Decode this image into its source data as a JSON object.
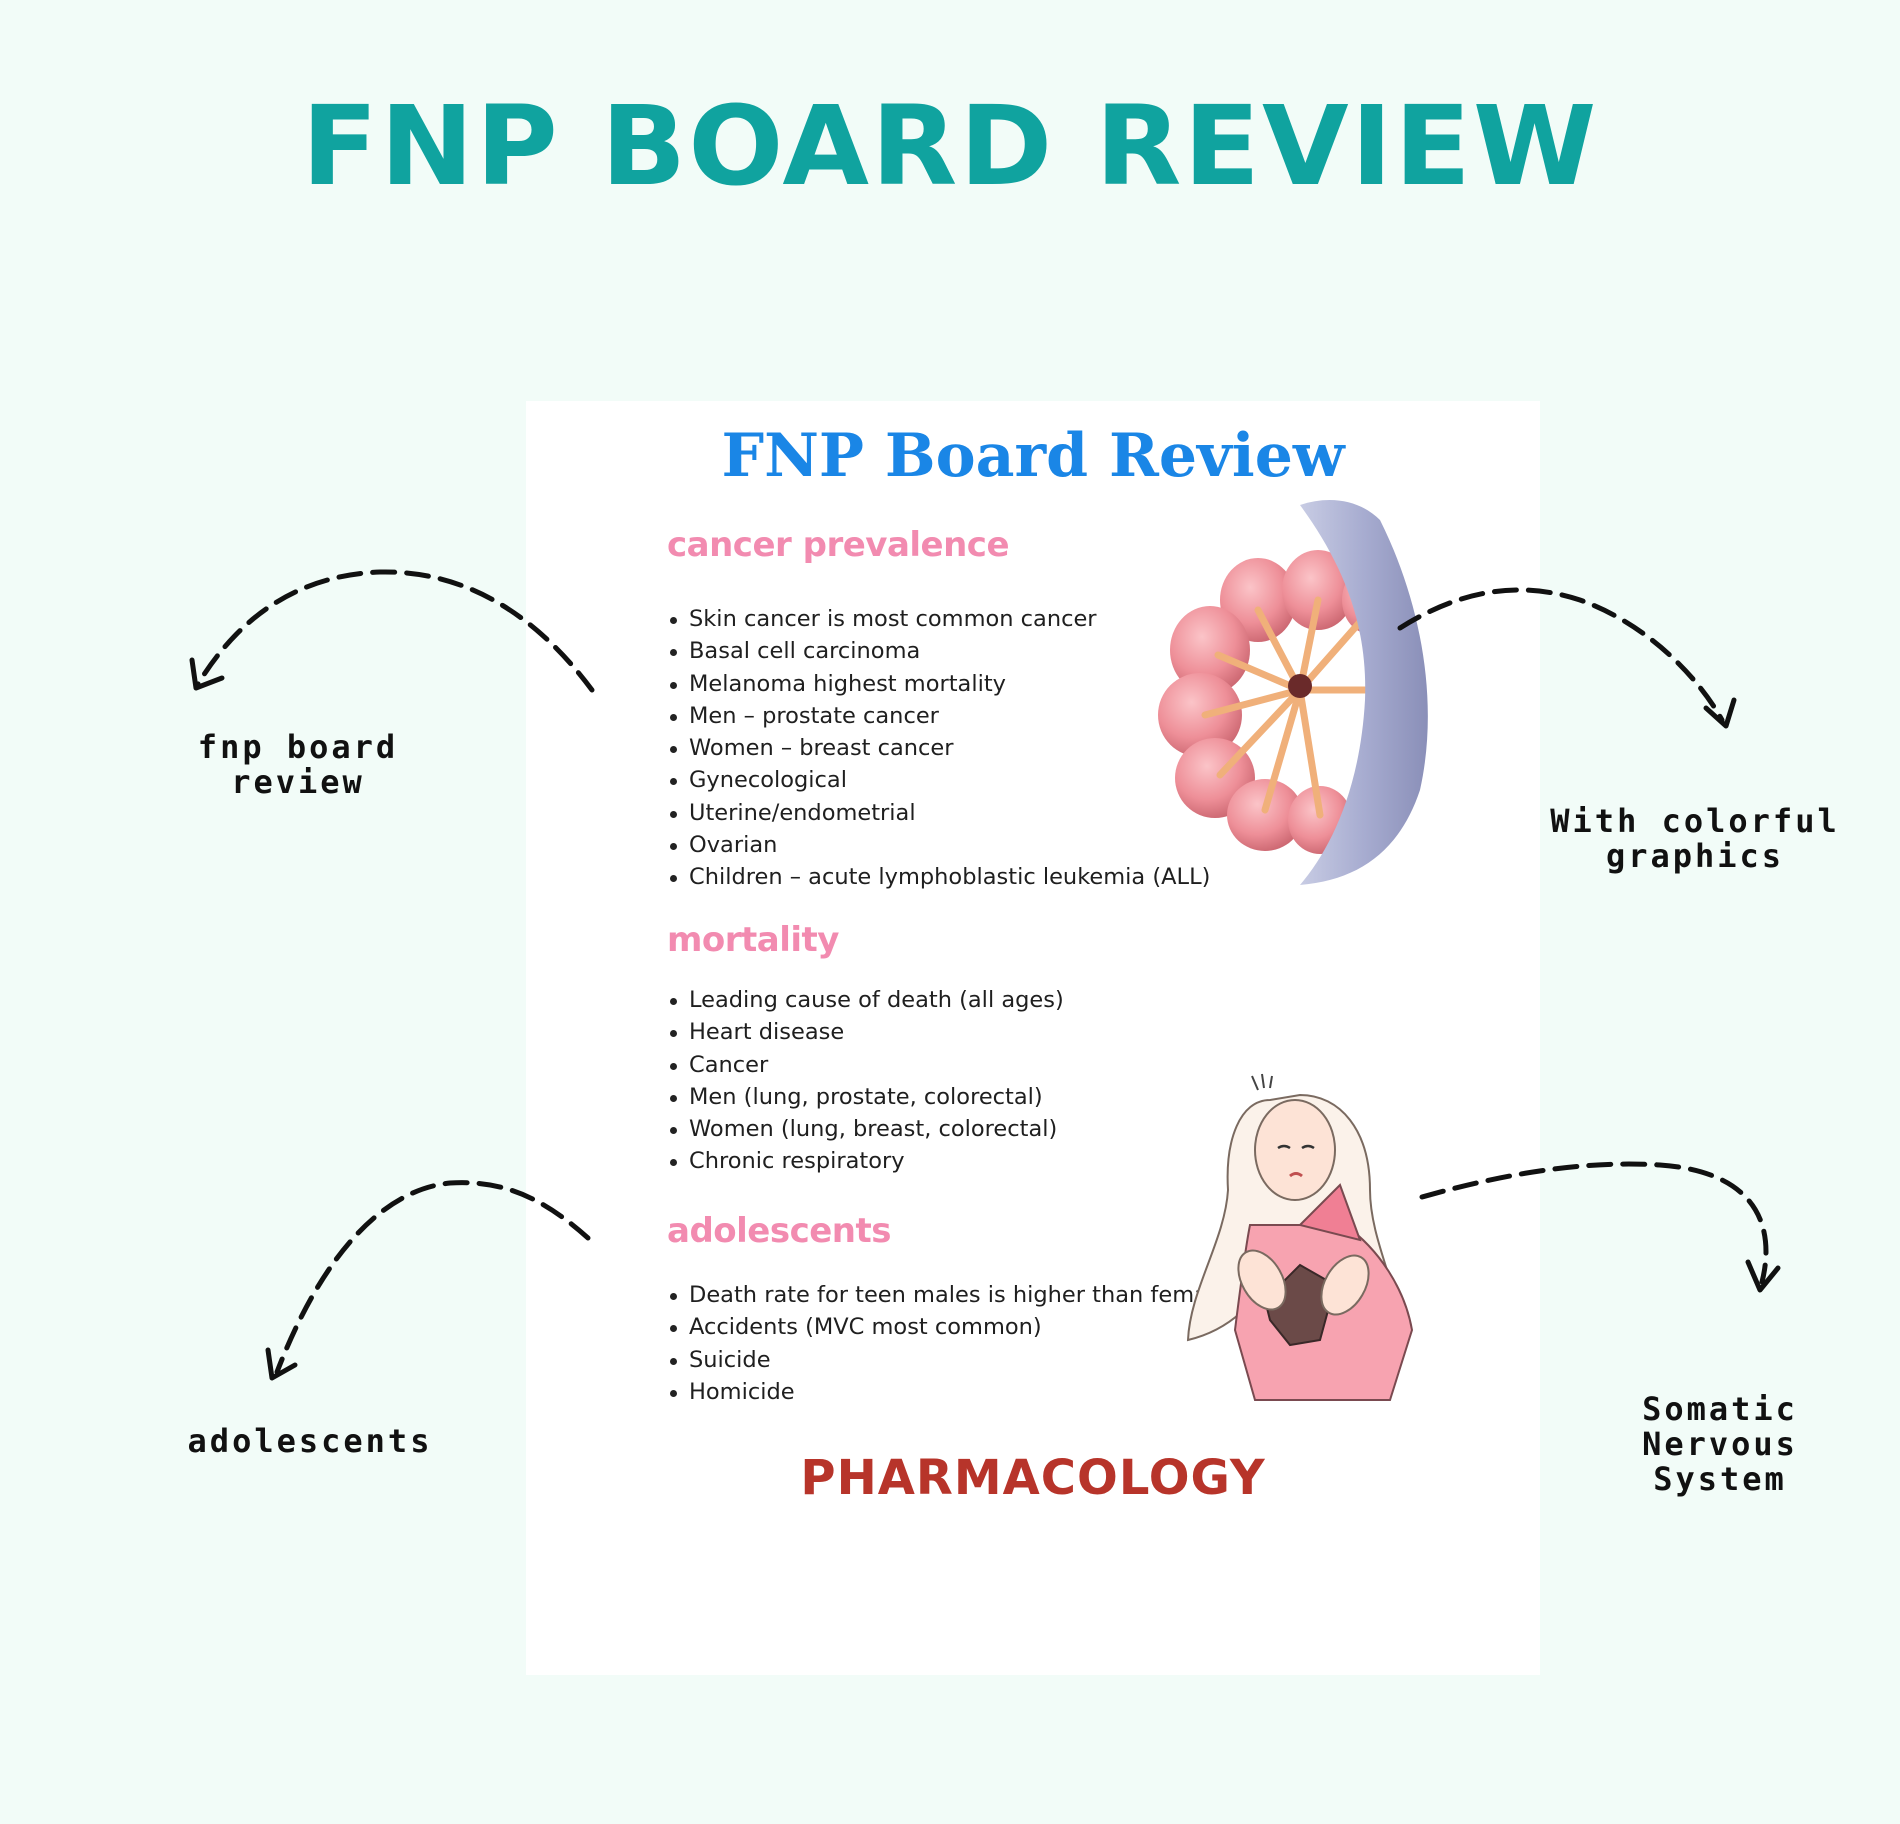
{
  "header": {
    "title": "FNP BOARD REVIEW"
  },
  "sheet": {
    "title": "FNP Board Review",
    "sections": [
      {
        "heading": "cancer prevalence",
        "items": [
          "Skin cancer is most common cancer",
          "Basal cell carcinoma",
          "Melanoma highest mortality",
          "Men – prostate cancer",
          "Women – breast cancer",
          "Gynecological",
          "Uterine/endometrial",
          "Ovarian",
          "Children – acute lymphoblastic leukemia (ALL)"
        ]
      },
      {
        "heading": "mortality",
        "items": [
          "Leading cause of death (all ages)",
          "Heart disease",
          "Cancer",
          "Men (lung, prostate, colorectal)",
          "Women (lung, breast, colorectal)",
          "Chronic respiratory"
        ]
      },
      {
        "heading": "adolescents",
        "items": [
          "Death rate for teen males is higher than females",
          "Accidents (MVC most common)",
          "Suicide",
          "Homicide"
        ]
      }
    ],
    "footer": "PHARMACOLOGY"
  },
  "callouts": {
    "top_left": "fnp board review",
    "bottom_left": "adolescents",
    "top_right": "With colorful graphics",
    "bottom_right": "Somatic Nervous System"
  },
  "icons": [
    "breast-anatomy-illustration",
    "distressed-woman-illustration",
    "dashed-arrow-icon"
  ],
  "colors": {
    "background": "#f2fcf8",
    "title": "#10a39f",
    "sheet_title": "#1a86e6",
    "section_heading": "#f28bb0",
    "footer": "#b7342a"
  }
}
